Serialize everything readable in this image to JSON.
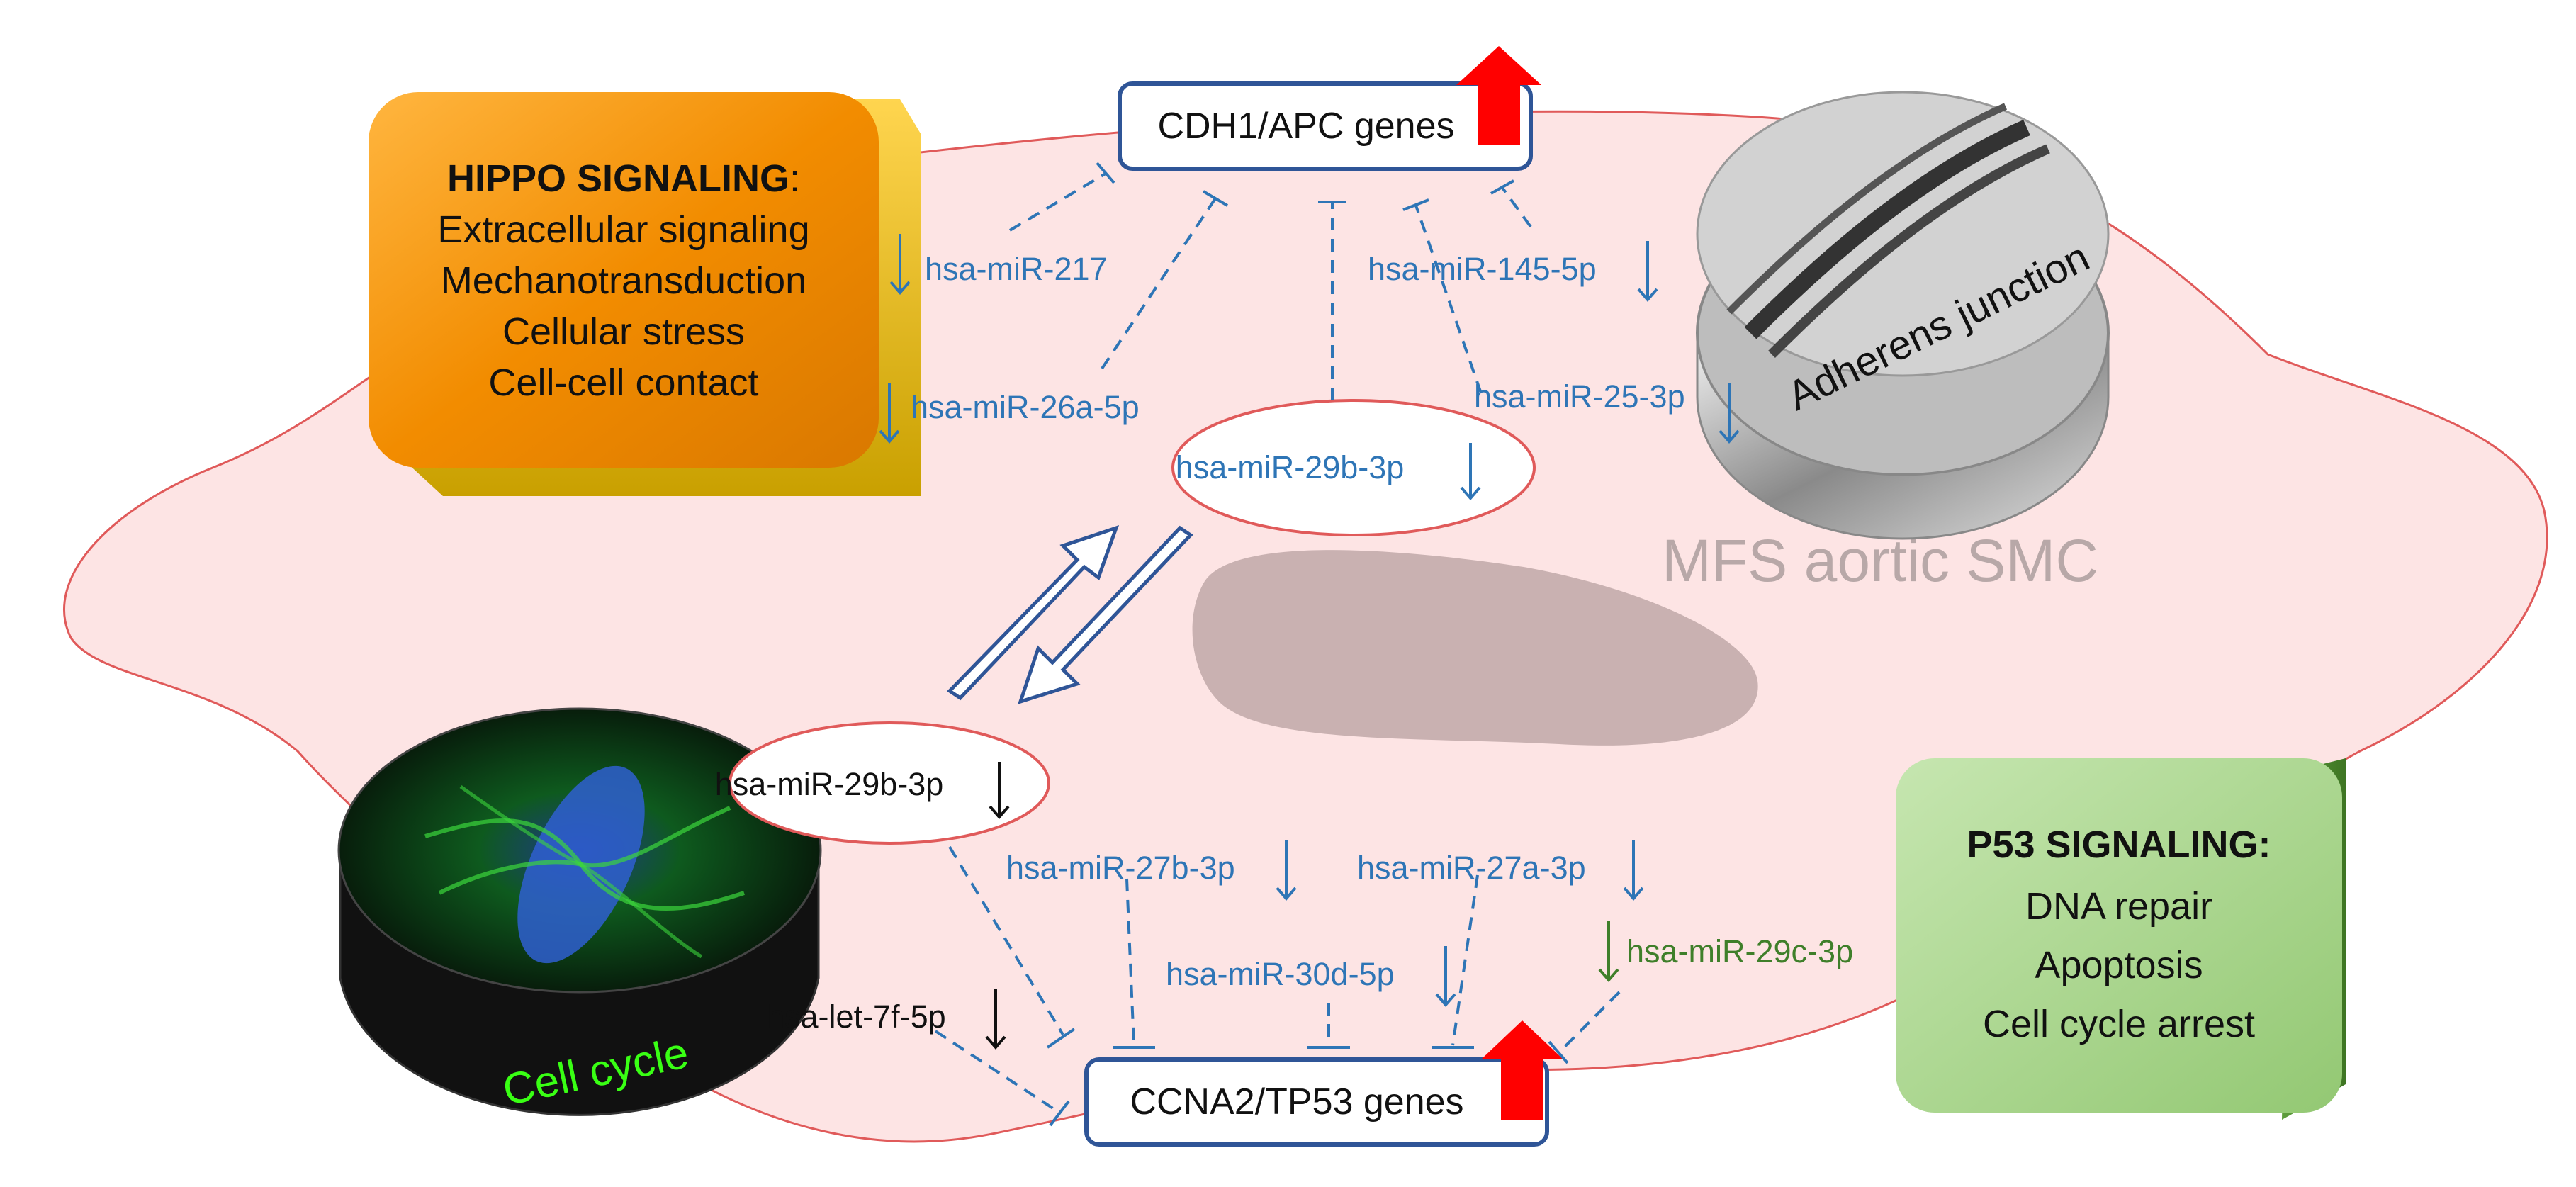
{
  "cell": {
    "label": "MFS aortic SMC"
  },
  "genes": {
    "top": "CDH1/APC genes",
    "bottom": "CCNA2/TP53 genes"
  },
  "hub": {
    "top_mirna": "hsa-miR-29b-3p",
    "bottom_mirna": "hsa-miR-29b-3p"
  },
  "top_mirnas": [
    "hsa-miR-217",
    "hsa-miR-26a-5p",
    "hsa-miR-145-5p",
    "hsa-miR-25-3p"
  ],
  "bottom_mirnas": [
    "hsa-miR-27b-3p",
    "hsa-miR-27a-3p",
    "hsa-miR-30d-5p",
    "hsa-let-7f-5p",
    "hsa-miR-29c-3p"
  ],
  "hippo": {
    "title": "HIPPO SIGNALING",
    "colon": ":",
    "items": [
      "Extracellular signaling",
      "Mechanotransduction",
      "Cellular stress",
      "Cell-cell contact"
    ]
  },
  "p53": {
    "title": "P53 SIGNALING:",
    "items": [
      "DNA repair",
      "Apoptosis",
      "Cell cycle arrest"
    ]
  },
  "images": {
    "adherens": "Adherens junction",
    "cellcycle": "Cell cycle"
  },
  "colors": {
    "mirna_blue": "#2e75b6",
    "upregulated_red": "#ff0000",
    "cell_fill": "#fde4e4",
    "cell_outline": "#e05a5a",
    "nucleus": "#c9b1b1",
    "hippo_orange": "#f28c00",
    "p53_green": "#a8d48c"
  },
  "icons": [
    "down-arrow-icon",
    "up-arrow-icon",
    "inhibition-bar-icon"
  ]
}
